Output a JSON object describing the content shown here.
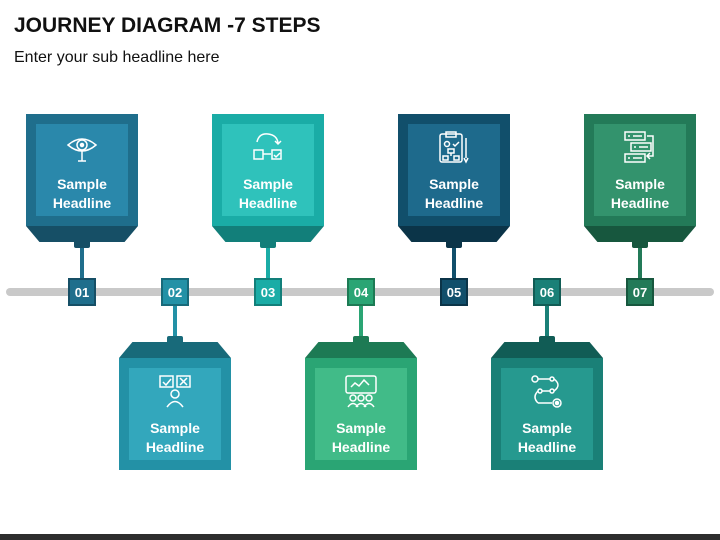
{
  "title": "JOURNEY DIAGRAM -7 STEPS",
  "subtitle": "Enter your sub headline here",
  "steps": [
    {
      "number": "01",
      "line1": "Sample",
      "line2": "Headline",
      "icon": "eye-target-icon",
      "position": "top",
      "color": "#1f6e8c",
      "dark": "#164f66",
      "light": "#2a88ab"
    },
    {
      "number": "02",
      "line1": "Sample",
      "line2": "Headline",
      "icon": "decision-person-icon",
      "position": "bottom",
      "color": "#2391a6",
      "dark": "#186a7a",
      "light": "#33a7bc"
    },
    {
      "number": "03",
      "line1": "Sample",
      "line2": "Headline",
      "icon": "flow-arrows-icon",
      "position": "top",
      "color": "#1aaca6",
      "dark": "#127f7a",
      "light": "#2fc2bb"
    },
    {
      "number": "04",
      "line1": "Sample",
      "line2": "Headline",
      "icon": "team-screen-icon",
      "position": "bottom",
      "color": "#2aa574",
      "dark": "#1d7a54",
      "light": "#41bb88"
    },
    {
      "number": "05",
      "line1": "Sample",
      "line2": "Headline",
      "icon": "clipboard-plan-icon",
      "position": "top",
      "color": "#114f6b",
      "dark": "#0b3448",
      "light": "#1e6a8c"
    },
    {
      "number": "06",
      "line1": "Sample",
      "line2": "Headline",
      "icon": "path-nodes-icon",
      "position": "bottom",
      "color": "#1a8077",
      "dark": "#115c55",
      "light": "#26998f"
    },
    {
      "number": "07",
      "line1": "Sample",
      "line2": "Headline",
      "icon": "checklist-flow-icon",
      "position": "top",
      "color": "#237a58",
      "dark": "#17573e",
      "light": "#33936d"
    }
  ]
}
